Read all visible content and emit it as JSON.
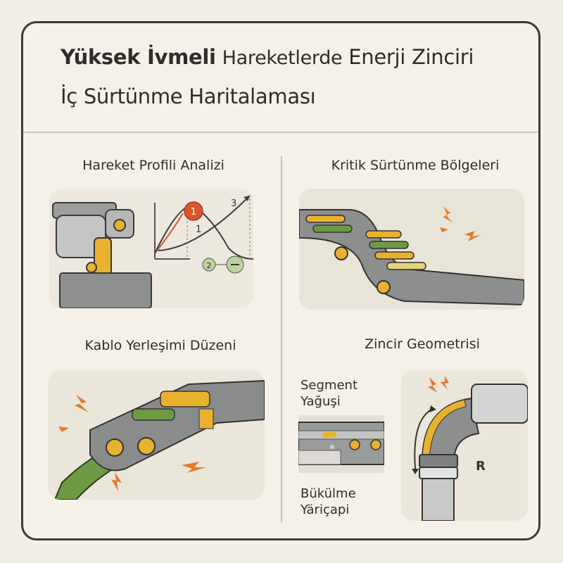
{
  "title": {
    "line1_bold": "Yüksek İvmeli",
    "line1_mid": "Hareketlerde",
    "line1_end": "Enerji Zinciri",
    "line2": "İç Sürtünme Haritalaması"
  },
  "panels": [
    {
      "heading": "Hareket Profili Analizi",
      "chart_marks": [
        "1",
        "1",
        "3",
        "2"
      ]
    },
    {
      "heading": "Kritik Sürtünme Bölgeleri"
    },
    {
      "heading": "Kablo Yerleşimi Düzeni"
    },
    {
      "heading": "Zincir Geometrisi",
      "label_segment": "Segment Yağuşi",
      "label_bend": "Bükülme Yäriçapi",
      "label_r": "R"
    }
  ],
  "colors": {
    "accent_yellow": "#e8b22f",
    "accent_orange": "#e07b2c",
    "cable_green": "#6f9a45",
    "metal_gray": "#8b8d8f",
    "red_marker": "#d9552e"
  }
}
